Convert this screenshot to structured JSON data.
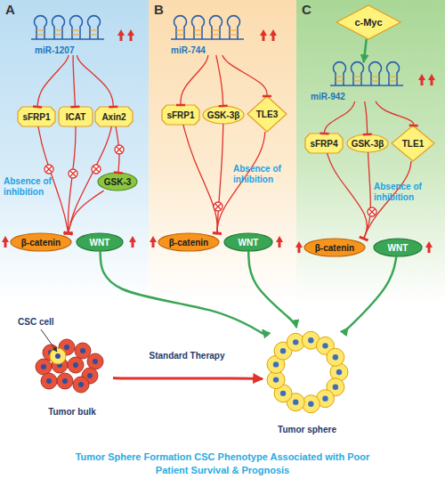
{
  "diagram": {
    "caption": "Tumor Sphere Formation CSC Phenotype Associated with Poor Patient Survival & Prognosis",
    "nodes": [
      {
        "text": [
          "A"
        ]
      },
      {
        "text": [
          "miR-1207"
        ],
        "in": 0
      },
      {
        "text": [
          "sFRP1"
        ],
        "in": 0
      },
      {
        "text": [
          "ICAT"
        ],
        "in": 0
      },
      {
        "text": [
          "Axin2"
        ],
        "in": 0
      },
      {
        "text": [
          "GSK-3"
        ],
        "in": 0
      },
      {
        "text": [
          "β-catenin"
        ],
        "in": 0
      },
      {
        "text": [
          "WNT"
        ],
        "in": 0
      },
      {
        "text": [
          "B"
        ]
      },
      {
        "text": [
          "miR-744"
        ],
        "in": 8
      },
      {
        "text": [
          "sFRP1"
        ],
        "in": 8
      },
      {
        "text": [
          "GSK-3β"
        ],
        "in": 8
      },
      {
        "text": [
          "TLE3"
        ],
        "in": 8
      },
      {
        "text": [
          "β-catenin"
        ],
        "in": 8
      },
      {
        "text": [
          "WNT"
        ],
        "in": 8
      },
      {
        "text": [
          "C"
        ]
      },
      {
        "text": [
          "c-Myc"
        ],
        "in": 15
      },
      {
        "text": [
          "miR-942"
        ],
        "in": 15
      },
      {
        "text": [
          "sFRP4"
        ],
        "in": 15
      },
      {
        "text": [
          "GSK-3β"
        ],
        "in": 15
      },
      {
        "text": [
          "TLE1"
        ],
        "in": 15
      },
      {
        "text": [
          "β-catenin"
        ],
        "in": 15
      },
      {
        "text": [
          "WNT"
        ],
        "in": 15
      },
      {
        "text": [
          "Tumor bulk"
        ]
      },
      {
        "text": [
          "Tumor sphere"
        ]
      }
    ],
    "edges": [
      {
        "from": 1,
        "to": 2,
        "arrow": "to"
      },
      {
        "from": 1,
        "to": 3,
        "arrow": "to"
      },
      {
        "from": 1,
        "to": 4,
        "arrow": "to"
      },
      {
        "from": 2,
        "to": 6,
        "arrow": "to"
      },
      {
        "from": 3,
        "to": 6,
        "arrow": "to"
      },
      {
        "from": 4,
        "to": 6,
        "arrow": "to"
      },
      {
        "from": 4,
        "to": 5,
        "arrow": "to"
      },
      {
        "from": 5,
        "to": 6,
        "arrow": "to"
      },
      {
        "from": 7,
        "to": 24,
        "arrow": "to"
      },
      {
        "from": 9,
        "to": 10,
        "arrow": "to"
      },
      {
        "from": 9,
        "to": 11,
        "arrow": "to"
      },
      {
        "from": 9,
        "to": 12,
        "arrow": "to"
      },
      {
        "from": 10,
        "to": 13,
        "arrow": "to"
      },
      {
        "from": 11,
        "to": 13,
        "arrow": "to"
      },
      {
        "from": 12,
        "to": 13,
        "arrow": "to"
      },
      {
        "from": 14,
        "to": 24,
        "arrow": "to"
      },
      {
        "from": 16,
        "to": 17,
        "arrow": "to"
      },
      {
        "from": 17,
        "to": 18,
        "arrow": "to"
      },
      {
        "from": 17,
        "to": 19,
        "arrow": "to"
      },
      {
        "from": 17,
        "to": 20,
        "arrow": "to"
      },
      {
        "from": 18,
        "to": 21,
        "arrow": "to"
      },
      {
        "from": 19,
        "to": 21,
        "arrow": "to"
      },
      {
        "from": 20,
        "to": 21,
        "arrow": "to"
      },
      {
        "from": 22,
        "to": 24,
        "arrow": "to"
      },
      {
        "from": 23,
        "to": 24,
        "label": "Standard Therapy",
        "arrow": "to"
      }
    ],
    "labels": [
      "Absence of inhibition",
      "Absence of inhibition",
      "Absence of inhibition",
      "CSC cell"
    ]
  }
}
